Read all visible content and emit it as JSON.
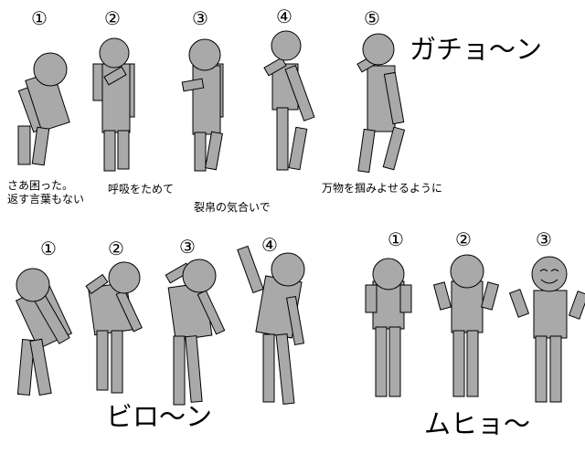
{
  "row1": {
    "numbers": [
      "①",
      "②",
      "③",
      "④",
      "⑤"
    ],
    "title": "ガチョ～ン",
    "captions": {
      "c1_line1": "さあ困った。",
      "c1_line2": "返す言葉もない",
      "c2": "呼吸をためて",
      "c3": "裂帛の気合いで",
      "c5": "万物を掴みよせるように"
    }
  },
  "row2_left": {
    "numbers": [
      "①",
      "②",
      "③",
      "④"
    ],
    "title": "ビロ～ン"
  },
  "row2_right": {
    "numbers": [
      "①",
      "②",
      "③"
    ],
    "title": "ムヒョ～"
  },
  "figure_fill": "#a9a9a9",
  "outline_color": "#000000"
}
